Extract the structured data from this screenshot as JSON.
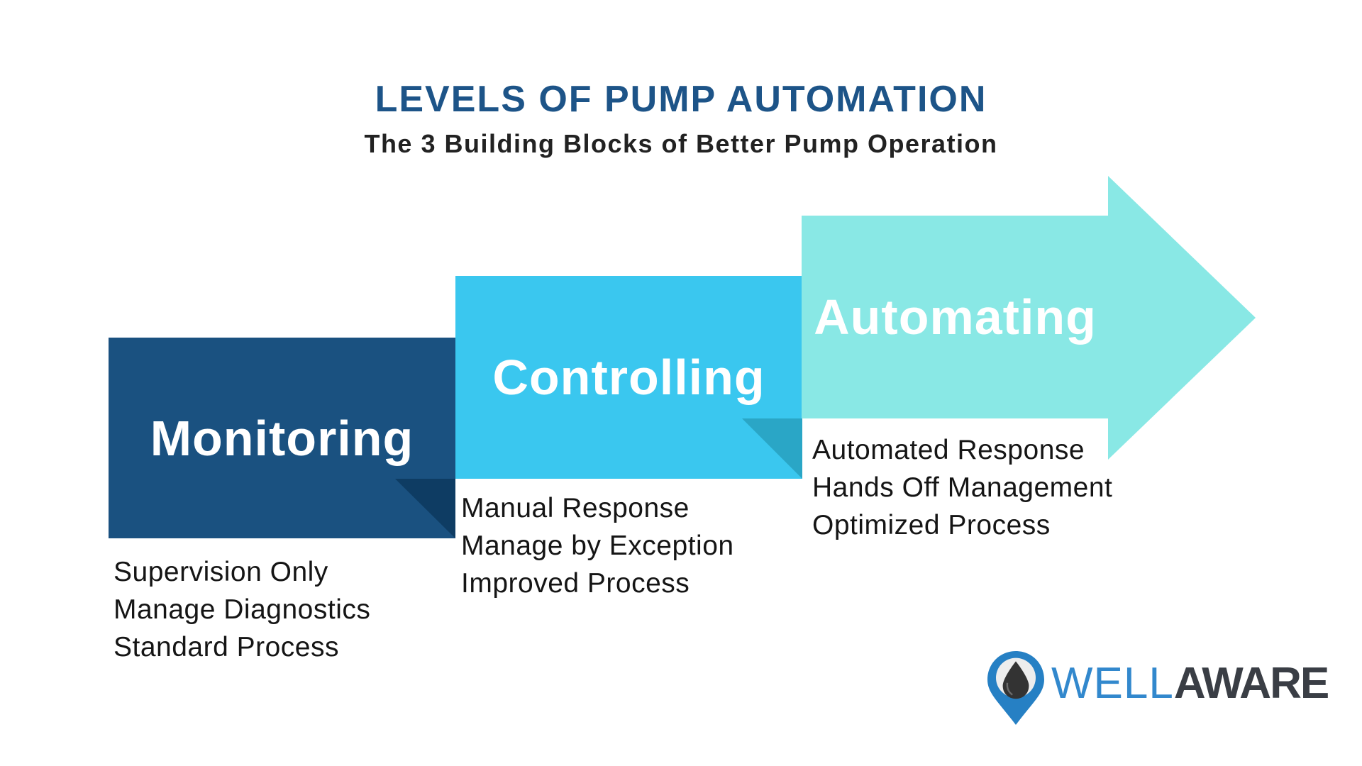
{
  "header": {
    "title": "LEVELS OF PUMP AUTOMATION",
    "subtitle": "The 3 Building Blocks of Better Pump Operation"
  },
  "blocks": [
    {
      "label": "Monitoring",
      "color": "#1A5180",
      "fold_color": "#0E3C63",
      "items": [
        "Supervision Only",
        "Manage Diagnostics",
        "Standard Process"
      ]
    },
    {
      "label": "Controlling",
      "color": "#3AC7EF",
      "fold_color": "#2AA6C6",
      "items": [
        "Manual Response",
        "Manage by Exception",
        "Improved Process"
      ]
    },
    {
      "label": "Automating",
      "color": "#89E8E5",
      "items": [
        "Automated Response",
        "Hands Off Management",
        "Optimized Process"
      ]
    }
  ],
  "logo": {
    "well": "WELL",
    "aware": "AWARE",
    "pin_color": "#2680C4",
    "pin_inner_color": "#EDEDED",
    "drop_color": "#333333",
    "icon": "map-pin-oil-drop-icon"
  },
  "colors": {
    "title": "#1D5488",
    "subtitle": "#222222",
    "body_text": "#151515",
    "background": "#FFFFFF"
  }
}
